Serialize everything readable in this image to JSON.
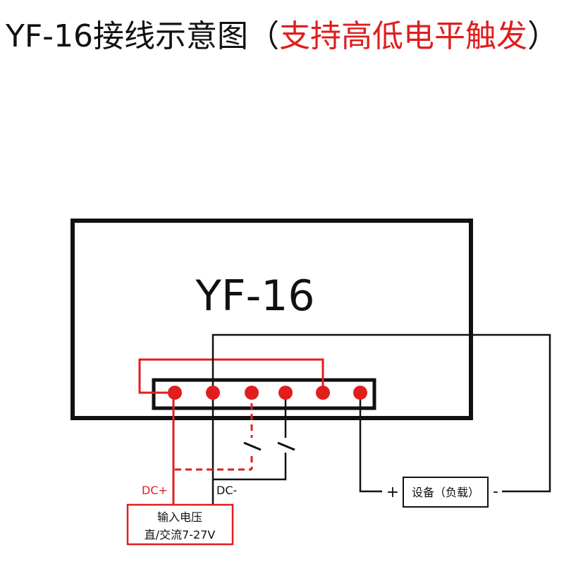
{
  "title": {
    "prefix": "YF-16接线示意图（",
    "highlight": "支持高低电平触发",
    "suffix": "）"
  },
  "device": {
    "name": "YF-16"
  },
  "labels": {
    "dc_plus": "DC+",
    "dc_minus": "DC-",
    "input_line1": "输入电压",
    "input_line2": "直/交流7-27V",
    "load": "设备（负载）",
    "load_plus": "+",
    "load_minus": "-"
  },
  "colors": {
    "red": "#e01e1e",
    "black": "#111111"
  }
}
